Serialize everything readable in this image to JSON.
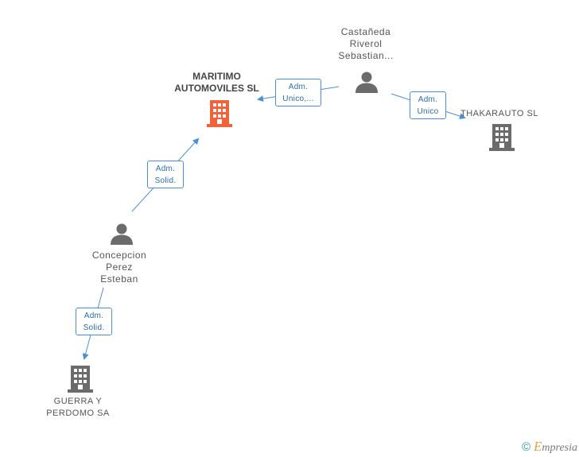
{
  "nodes": {
    "castaneda": {
      "lines": [
        "Castañeda",
        "Riverol",
        "Sebastian..."
      ]
    },
    "maritimo": {
      "lines": [
        "MARITIMO",
        "AUTOMOVILES SL"
      ]
    },
    "thakarauto": {
      "lines": [
        "THAKARAUTO SL"
      ]
    },
    "concepcion": {
      "lines": [
        "Concepcion",
        "Perez",
        "Esteban"
      ]
    },
    "guerra": {
      "lines": [
        "GUERRA Y",
        "PERDOMO SA"
      ]
    }
  },
  "edges": {
    "castaneda_maritimo": {
      "lines": [
        "Adm.",
        "Unico,..."
      ]
    },
    "castaneda_thakarauto": {
      "lines": [
        "Adm.",
        "Unico"
      ]
    },
    "concepcion_maritimo": {
      "lines": [
        "Adm.",
        "Solid."
      ]
    },
    "concepcion_guerra": {
      "lines": [
        "Adm.",
        "Solid."
      ]
    }
  },
  "footer": {
    "copyright": "©",
    "brand_initial": "E",
    "brand_rest": "mpresia"
  },
  "colors": {
    "highlight_company": "#f4623a",
    "company": "#6b6b6b",
    "person": "#6b6b6b",
    "edge": "#4a90d9"
  }
}
